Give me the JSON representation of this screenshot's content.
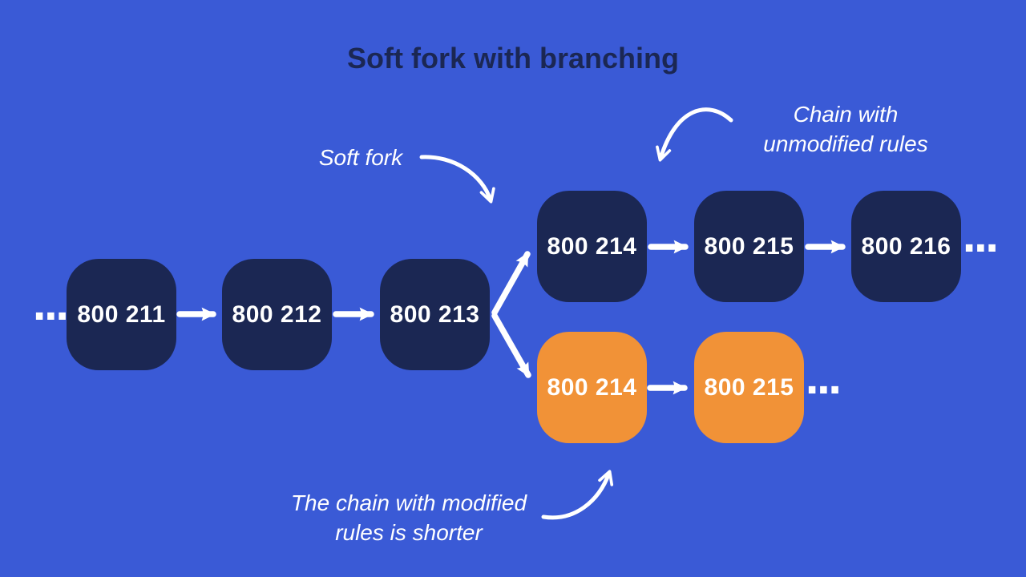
{
  "title": "Soft fork with branching",
  "colors": {
    "background": "#3a5ad6",
    "block_unmodified": "#1b2753",
    "block_modified": "#f19237",
    "title_text": "#1b2753",
    "annotation_text": "#ffffff",
    "arrow": "#ffffff"
  },
  "chains": {
    "main": {
      "ellipsis": "...",
      "blocks": [
        "800 211",
        "800 212",
        "800 213"
      ]
    },
    "unmodified": {
      "blocks": [
        "800 214",
        "800 215",
        "800 216"
      ],
      "ellipsis": "..."
    },
    "modified": {
      "blocks": [
        "800 214",
        "800 215"
      ],
      "ellipsis": "..."
    }
  },
  "annotations": {
    "soft_fork": "Soft fork",
    "unmodified_rules": [
      "Chain with",
      "unmodified rules"
    ],
    "modified_rules": [
      "The chain with modified",
      "rules is shorter"
    ]
  }
}
